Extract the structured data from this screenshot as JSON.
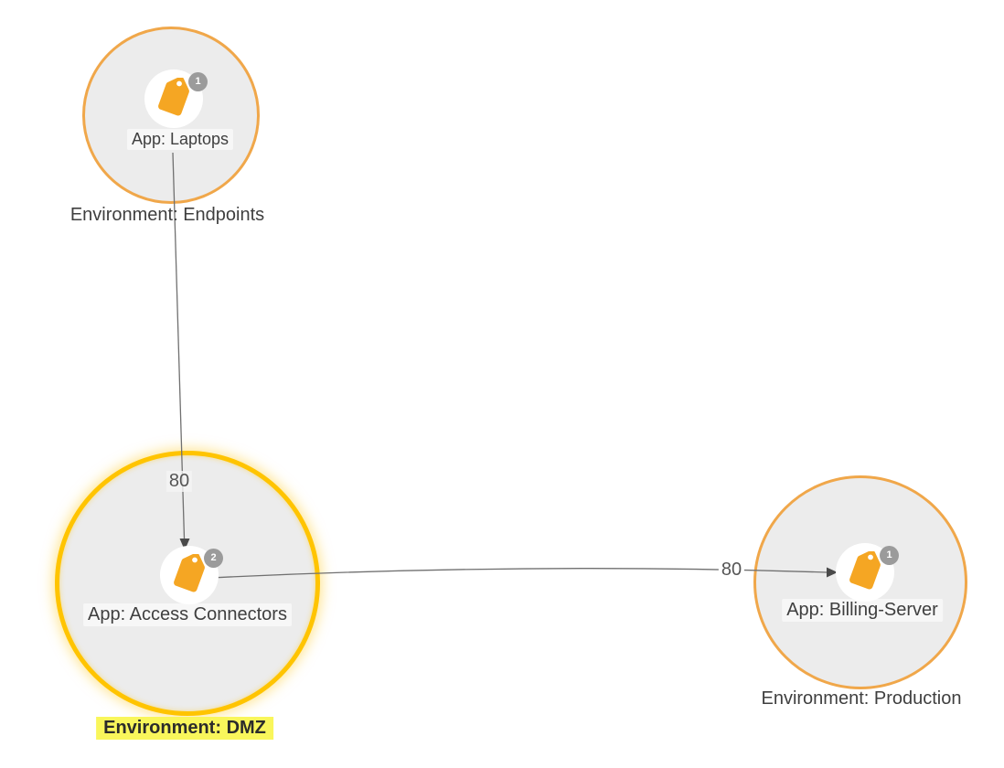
{
  "nodes": [
    {
      "app_label": "App: Laptops",
      "env_label": "Environment: Endpoints",
      "badge_count": "1",
      "selected": false
    },
    {
      "app_label": "App: Access Connectors",
      "env_label": "Environment: DMZ",
      "badge_count": "2",
      "selected": true
    },
    {
      "app_label": "App: Billing-Server",
      "env_label": "Environment: Production",
      "badge_count": "1",
      "selected": false
    }
  ],
  "edges": [
    {
      "source": "App: Laptops",
      "target": "App: Access Connectors",
      "port_label": "80"
    },
    {
      "source": "App: Access Connectors",
      "target": "App: Billing-Server",
      "port_label": "80"
    }
  ],
  "colors": {
    "canvas_bg": "#ffffff",
    "circle_fill": "#ececec",
    "circle_border": "#f0a74a",
    "selected_border": "#ffc400",
    "selected_glow": "rgba(255,205,50,0.55)",
    "tag": "#f5a623",
    "badge": "#9b9b9b",
    "edge": "#707070",
    "arrow": "#4a4a4a",
    "text": "#3f3f3f",
    "highlight": "#f9f65b"
  }
}
